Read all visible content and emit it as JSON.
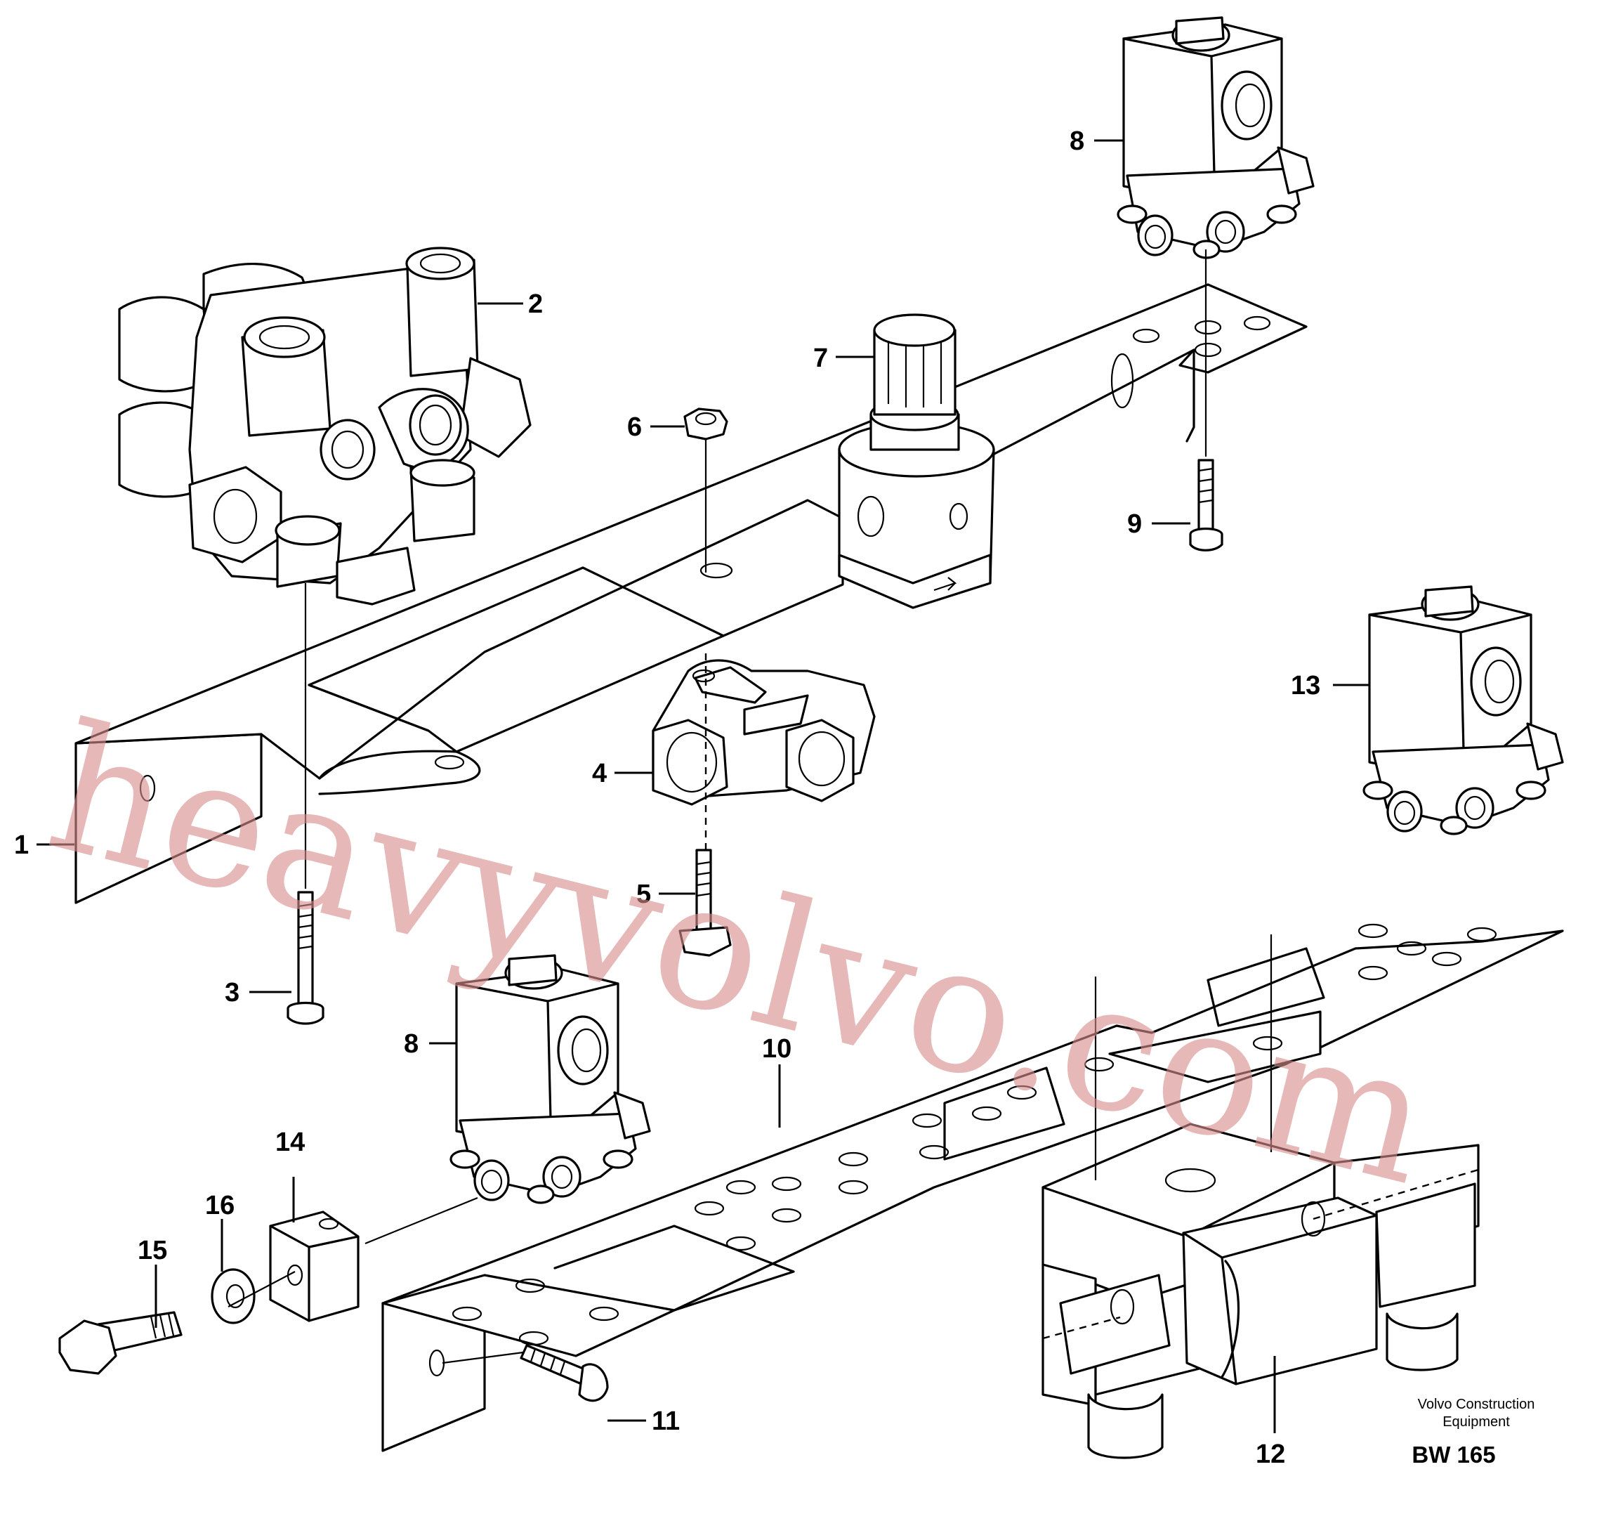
{
  "callouts": [
    {
      "id": "1",
      "text": "1"
    },
    {
      "id": "2",
      "text": "2"
    },
    {
      "id": "3",
      "text": "3"
    },
    {
      "id": "4",
      "text": "4"
    },
    {
      "id": "5",
      "text": "5"
    },
    {
      "id": "6",
      "text": "6"
    },
    {
      "id": "7",
      "text": "7"
    },
    {
      "id": "8a",
      "text": "8"
    },
    {
      "id": "8b",
      "text": "8"
    },
    {
      "id": "9",
      "text": "9"
    },
    {
      "id": "10",
      "text": "10"
    },
    {
      "id": "11",
      "text": "11"
    },
    {
      "id": "12",
      "text": "12"
    },
    {
      "id": "13",
      "text": "13"
    },
    {
      "id": "14",
      "text": "14"
    },
    {
      "id": "15",
      "text": "15"
    },
    {
      "id": "16",
      "text": "16"
    }
  ],
  "watermark": "heavyvolvo.com",
  "credit": {
    "line1": "Volvo Construction",
    "line2": "Equipment",
    "code": "BW 165"
  }
}
